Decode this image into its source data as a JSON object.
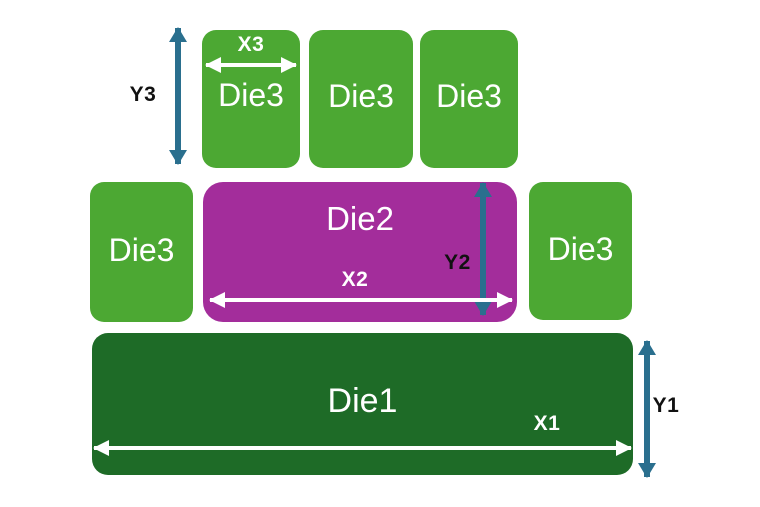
{
  "slide": {
    "background": "#ffffff",
    "colors": {
      "die3_green": "#4ca833",
      "die1_green": "#1e6b27",
      "die2_purple": "#a32d9b",
      "arrow_teal": "#2a6f8e",
      "arrow_white": "#ffffff",
      "dim_label_dark": "#111111",
      "die_label_white": "#ffffff"
    },
    "top_row": {
      "y3_label": "Y3",
      "x3_label": "X3",
      "dies": [
        {
          "label": "Die3"
        },
        {
          "label": "Die3"
        },
        {
          "label": "Die3"
        }
      ]
    },
    "middle_row": {
      "left_die_label": "Die3",
      "die2_label": "Die2",
      "right_die_label": "Die3",
      "x2_label": "X2",
      "y2_label": "Y2"
    },
    "bottom_row": {
      "die1_label": "Die1",
      "x1_label": "X1",
      "y1_label": "Y1"
    }
  }
}
